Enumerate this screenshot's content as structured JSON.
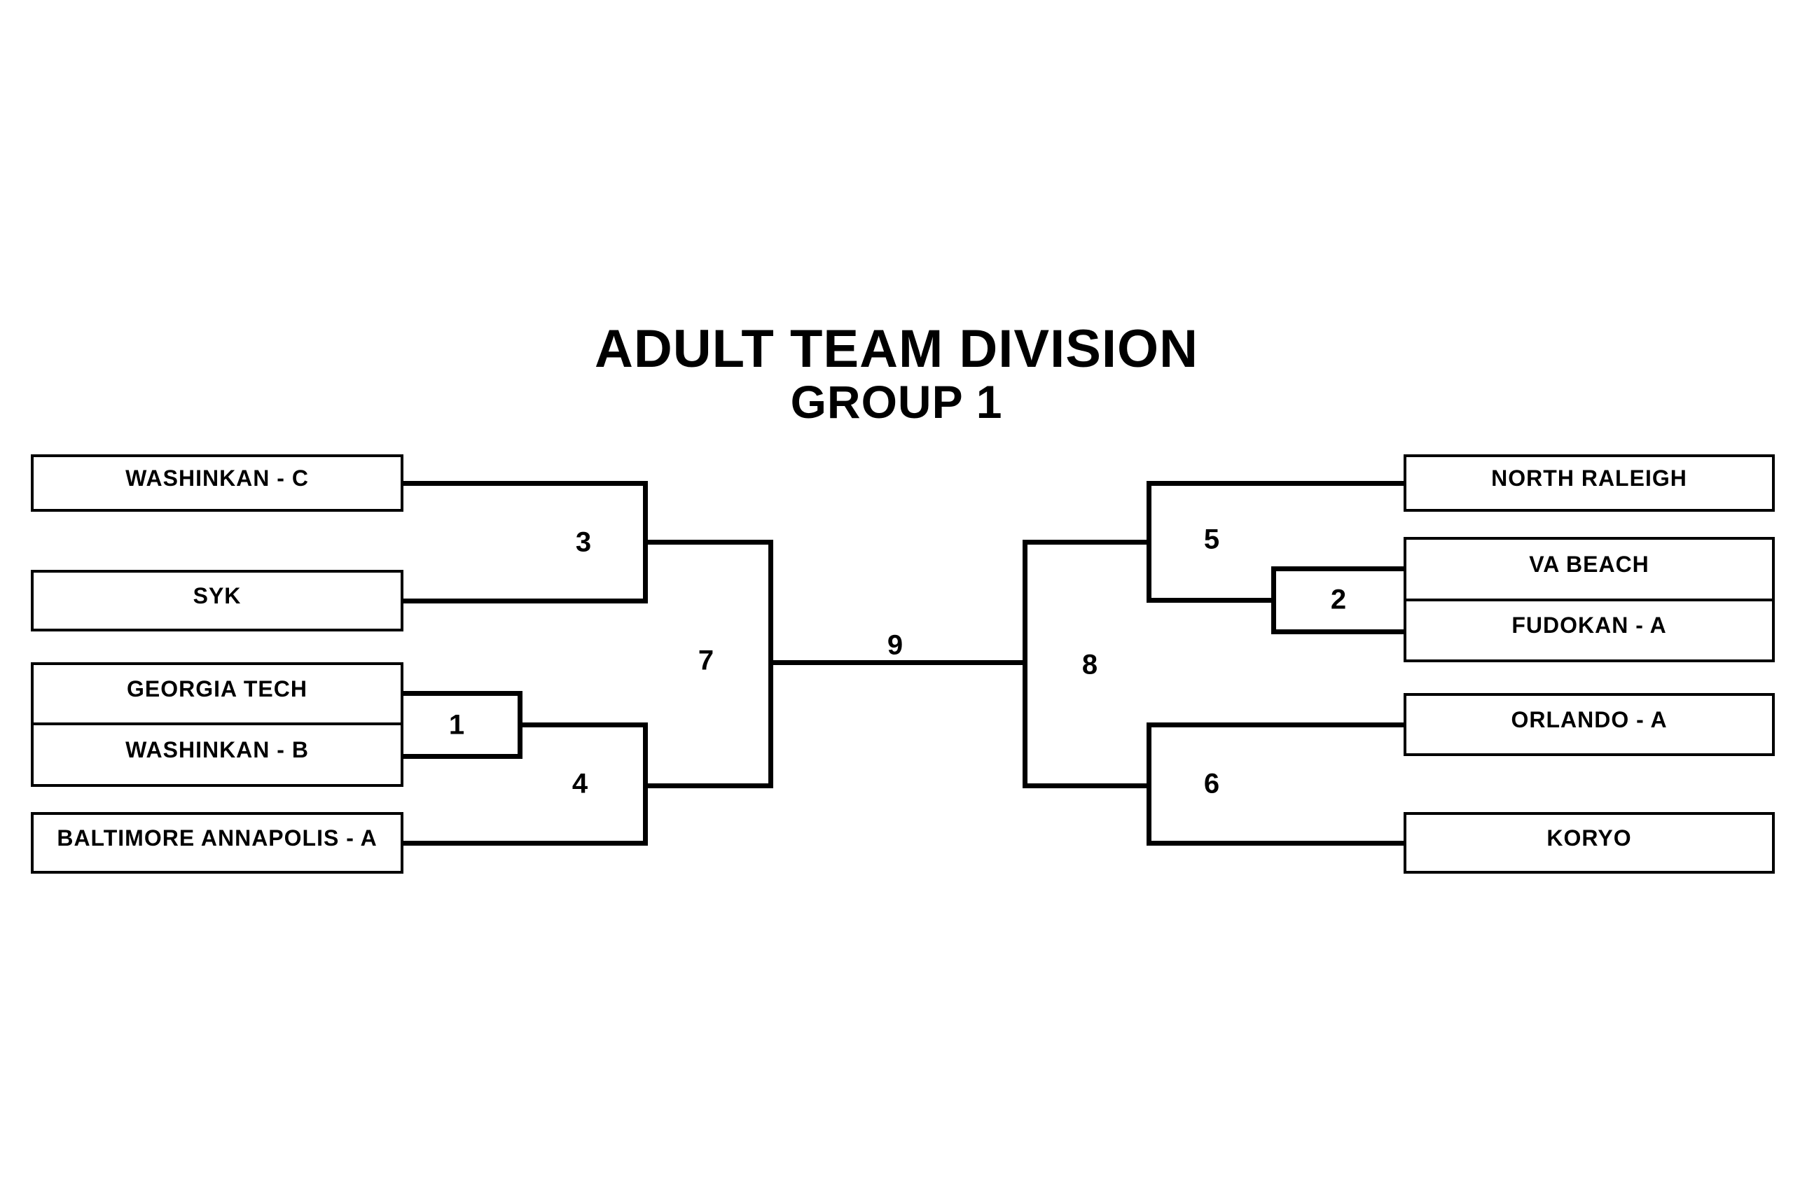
{
  "title": "ADULT TEAM DIVISION",
  "subtitle": "GROUP 1",
  "bracket": {
    "teams": {
      "washinkan_c": "WASHINKAN - C",
      "syk": "SYK",
      "georgia_tech": "GEORGIA TECH",
      "washinkan_b": "WASHINKAN - B",
      "baltimore_annapolis_a": "BALTIMORE ANNAPOLIS - A",
      "north_raleigh": "NORTH RALEIGH",
      "va_beach": "VA BEACH",
      "fudokan_a": "FUDOKAN - A",
      "orlando_a": "ORLANDO - A",
      "koryo": "KORYO"
    },
    "match_numbers": {
      "m1": "1",
      "m2": "2",
      "m3": "3",
      "m4": "4",
      "m5": "5",
      "m6": "6",
      "m7": "7",
      "m8": "8",
      "m9": "9"
    }
  },
  "colors": {
    "background": "#ffffff",
    "line": "#000000",
    "text": "#000000"
  }
}
